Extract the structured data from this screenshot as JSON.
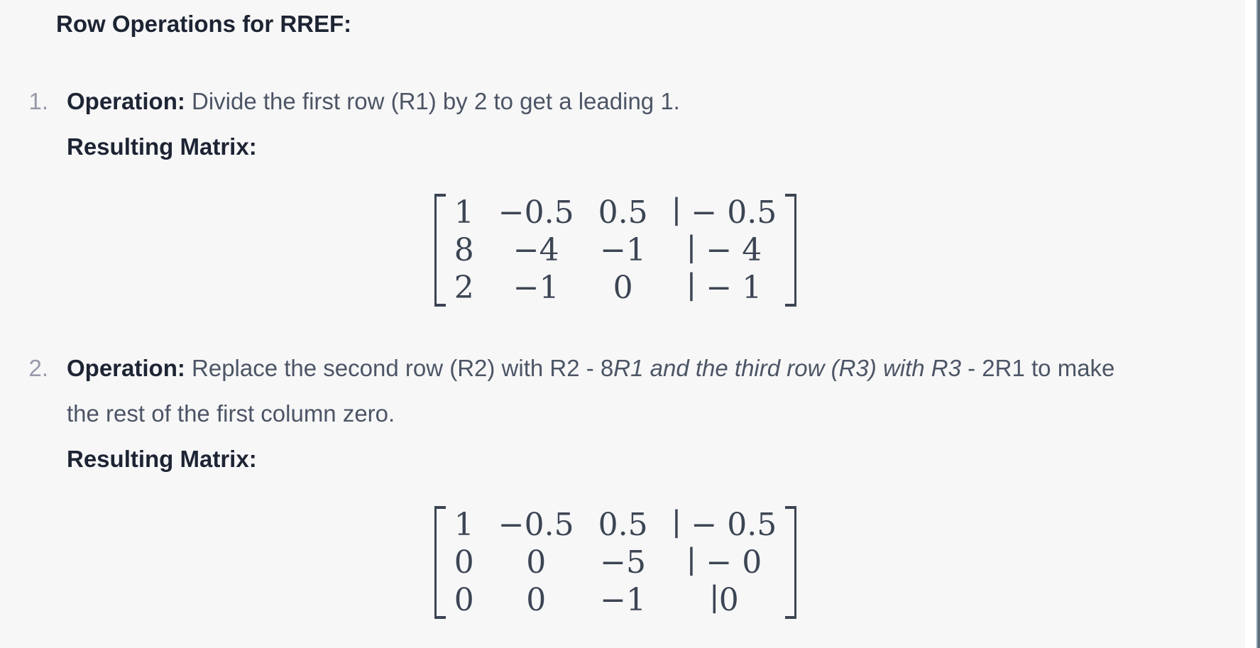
{
  "colors": {
    "background": "#f7f7f8",
    "heading_text": "#1d2433",
    "body_text": "#4c5565",
    "list_marker": "#9599a8",
    "matrix_text": "#3c4553",
    "scrollbar_thumb": "#8093a3",
    "scrollbar_track": "#ffffff"
  },
  "heading": "Row Operations for RREF:",
  "steps": [
    {
      "number": "1.",
      "operation_label": "Operation:",
      "operation_text": " Divide the first row (R1) by 2 to get a leading 1.",
      "resulting_label": "Resulting Matrix:",
      "matrix": {
        "rows": [
          [
            "1",
            "−0.5",
            "0.5",
            "∣ − 0.5"
          ],
          [
            "8",
            "−4",
            "−1",
            "∣ − 4"
          ],
          [
            "2",
            "−1",
            "0",
            "∣ − 1"
          ]
        ]
      }
    },
    {
      "number": "2.",
      "operation_label": "Operation:",
      "operation_text_before_italic": " Replace the second row (R2) with R2 - 8",
      "operation_text_italic": "R1 and the third row (R3) with R3",
      "operation_text_after_italic": " - 2R1 to make",
      "operation_text_line2": "the rest of the first column zero.",
      "resulting_label": "Resulting Matrix:",
      "matrix": {
        "rows": [
          [
            "1",
            "−0.5",
            "0.5",
            "∣ − 0.5"
          ],
          [
            "0",
            "0",
            "−5",
            "∣ − 0"
          ],
          [
            "0",
            "0",
            "−1",
            "∣0"
          ]
        ]
      }
    }
  ]
}
